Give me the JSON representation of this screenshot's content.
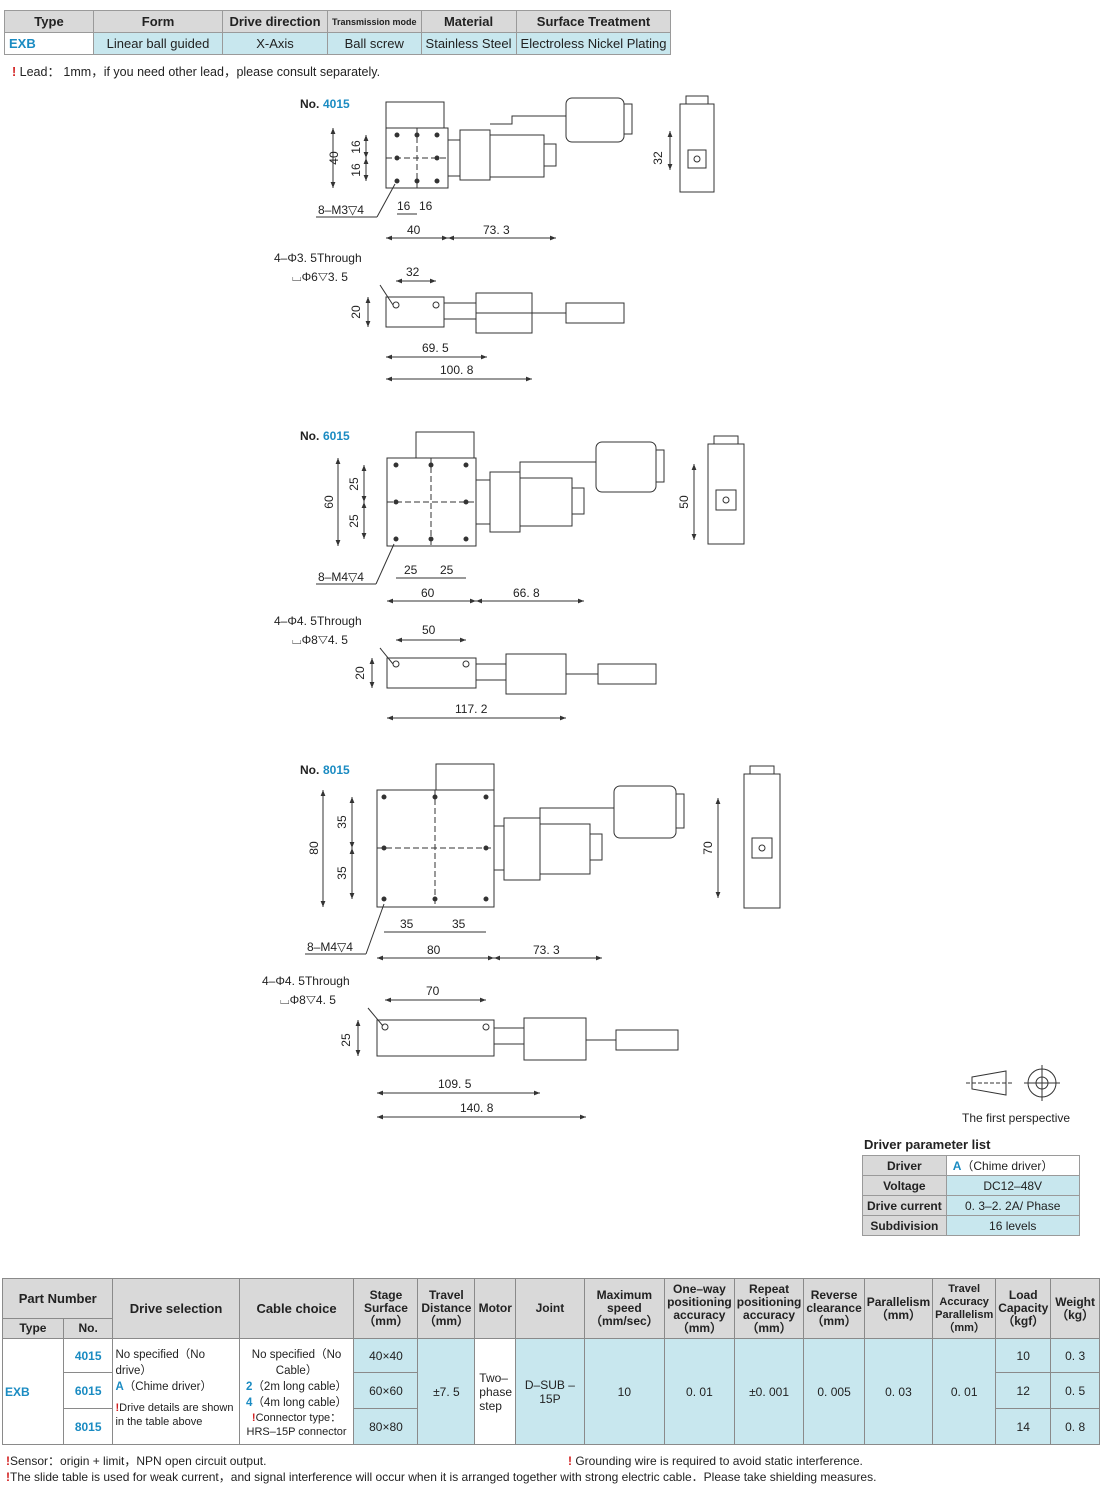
{
  "top_table": {
    "headers": [
      "Type",
      "Form",
      "Drive direction",
      "Transmission mode",
      "Material",
      "Surface Treatment"
    ],
    "row": [
      "EXB",
      "Linear ball guided",
      "X-Axis",
      "Ball screw",
      "Stainless Steel",
      "Electroless Nickel Plating"
    ]
  },
  "lead_note": "Lead： 1mm，if you need other lead，please consult separately.",
  "warn_glyph": "!",
  "models": [
    {
      "no_label": "No.",
      "no_value": "4015",
      "height": "40",
      "half_a": "16",
      "half_b": "16",
      "tap_label": "8–M3▽4",
      "width": "40",
      "motor_ext": "73. 3",
      "side_view_height": "32",
      "hole_label": "4–Φ3. 5Through",
      "cbore_label": "⌴Φ6▽3. 5",
      "hole_pitch": "32",
      "thickness": "20",
      "dim_a": "69. 5",
      "dim_b": "100. 8"
    },
    {
      "no_label": "No.",
      "no_value": "6015",
      "height": "60",
      "half_a": "25",
      "half_b": "25",
      "tap_label": "8–M4▽4",
      "width": "60",
      "motor_ext": "66. 8",
      "side_view_height": "50",
      "hole_label": "4–Φ4. 5Through",
      "cbore_label": "⌴Φ8▽4. 5",
      "hole_pitch": "50",
      "thickness": "20",
      "dim_a": "117. 2",
      "dim_b": ""
    },
    {
      "no_label": "No.",
      "no_value": "8015",
      "height": "80",
      "half_a": "35",
      "half_b": "35",
      "tap_label": "8–M4▽4",
      "width": "80",
      "motor_ext": "73. 3",
      "side_view_height": "70",
      "hole_label": "4–Φ4. 5Through",
      "cbore_label": "⌴Φ8▽4. 5",
      "hole_pitch": "70",
      "thickness": "25",
      "dim_a": "109. 5",
      "dim_b": "140. 8"
    }
  ],
  "perspective_label": "The first perspective",
  "driver": {
    "title": "Driver parameter list",
    "rows": [
      {
        "key": "Driver",
        "prefix": "A",
        "value": "（Chime driver）"
      },
      {
        "key": "Voltage",
        "prefix": "",
        "value": "DC12–48V"
      },
      {
        "key": "Drive current",
        "prefix": "",
        "value": "0. 3–2. 2A/ Phase"
      },
      {
        "key": "Subdivision",
        "prefix": "",
        "value": "16  levels"
      }
    ]
  },
  "spec": {
    "part_number": "Part Number",
    "type_hdr": "Type",
    "no_hdr": "No.",
    "drive_selection": "Drive selection",
    "cable_choice": "Cable choice",
    "stage_surface": "Stage Surface",
    "stage_unit": "（mm）",
    "travel_distance": "Travel Distance",
    "travel_unit": "（mm）",
    "motor": "Motor",
    "joint": "Joint",
    "max_speed": "Maximum speed",
    "max_speed_unit": "（mm/sec）",
    "one_way": "One–way positioning accuracy",
    "one_way_unit": "（mm）",
    "repeat": "Repeat positioning accuracy",
    "repeat_unit": "（mm）",
    "reverse": "Reverse clearance",
    "reverse_unit": "（mm）",
    "parallelism": "Parallelism",
    "parallelism_unit": "（mm）",
    "travel_accuracy": "Travel Accuracy Parallelism",
    "travel_accuracy_unit": "（mm）",
    "load": "Load Capacity",
    "load_unit": "（kgf）",
    "weight": "Weight",
    "weight_unit": "（kg）",
    "type_value": "EXB",
    "drive_none": "No specified（No drive）",
    "drive_a_prefix": "A",
    "drive_a": "（Chime driver）",
    "drive_note": "Drive details are shown in the table above",
    "cable_none": "No specified（No Cable）",
    "cable_2_prefix": "2",
    "cable_2": "（2m long cable）",
    "cable_4_prefix": "4",
    "cable_4": "（4m long cable）",
    "connector_note": "Connector type：HRS–15P connector",
    "travel_value": "±7. 5",
    "motor_value": "Two–phase step",
    "joint_value": "D–SUB –15P",
    "speed_value": "10",
    "one_way_value": "0. 01",
    "repeat_value": "±0. 001",
    "reverse_value": "0. 005",
    "parallelism_value": "0. 03",
    "travel_acc_value": "0. 01",
    "rows": [
      {
        "no": "4015",
        "stage": "40×40",
        "load": "10",
        "weight": "0. 3"
      },
      {
        "no": "6015",
        "stage": "60×60",
        "load": "12",
        "weight": "0. 5"
      },
      {
        "no": "8015",
        "stage": "80×80",
        "load": "14",
        "weight": "0. 8"
      }
    ]
  },
  "footnotes": {
    "sensor": "Sensor：origin + limit，NPN open circuit output.",
    "grounding": "Grounding wire is required to avoid static interference.",
    "shielding": "The slide table is used for weak current，and signal interference will occur when it is arranged together with strong electric cable．Please take shielding measures."
  }
}
